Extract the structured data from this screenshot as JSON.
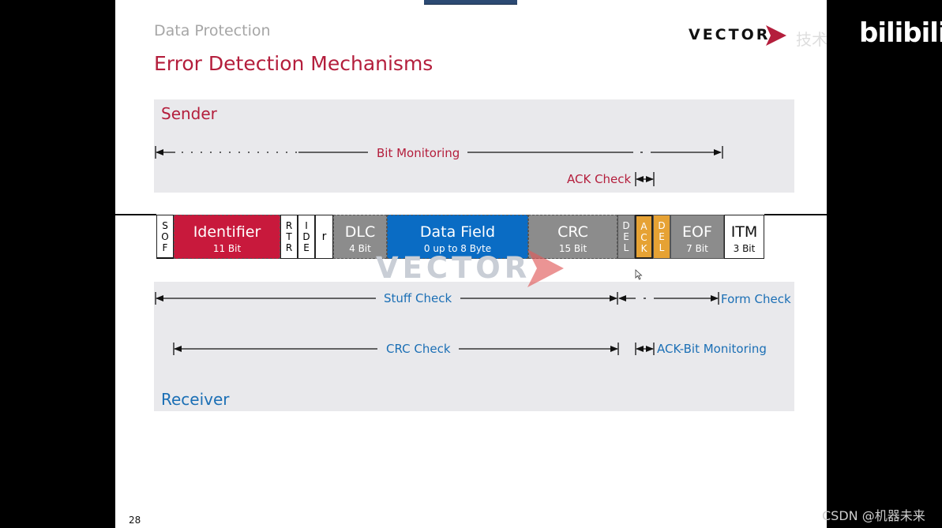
{
  "slide": {
    "section": "Data Protection",
    "title": "Error Detection Mechanisms",
    "logo": "VECTOR",
    "watermark": "VECTOR",
    "page_number": "28"
  },
  "overlays": {
    "partial_text": "技术",
    "site_logo": "bilibili",
    "csdn": "CSDN @机器未来"
  },
  "sender": {
    "label": "Sender",
    "bit_monitoring": "Bit Monitoring",
    "ack_check": "ACK Check"
  },
  "receiver": {
    "label": "Receiver",
    "stuff_check": "Stuff Check",
    "form_check": "Form Check",
    "crc_check": "CRC Check",
    "ack_bit_monitoring": "ACK-Bit Monitoring"
  },
  "frame": {
    "sof": [
      "S",
      "O",
      "F"
    ],
    "identifier": {
      "name": "Identifier",
      "sub": "11 Bit"
    },
    "rtr": [
      "R",
      "T",
      "R"
    ],
    "ide": [
      "I",
      "D",
      "E"
    ],
    "r": "r",
    "dlc": {
      "name": "DLC",
      "sub": "4 Bit"
    },
    "data": {
      "name": "Data Field",
      "sub": "0 up to 8 Byte"
    },
    "crc": {
      "name": "CRC",
      "sub": "15 Bit"
    },
    "del1": [
      "D",
      "E",
      "L"
    ],
    "ack": [
      "A",
      "C",
      "K"
    ],
    "del2": [
      "D",
      "E",
      "L"
    ],
    "eof": {
      "name": "EOF",
      "sub": "7 Bit"
    },
    "itm": {
      "name": "ITM",
      "sub": "3 Bit"
    }
  },
  "colors": {
    "identifier": "#c8193c",
    "data": "#0a6cc4",
    "gray_field": "#8c8c8c",
    "ack": "#e6a234",
    "red_text": "#b41e3c",
    "blue_text": "#1b6fb5"
  }
}
